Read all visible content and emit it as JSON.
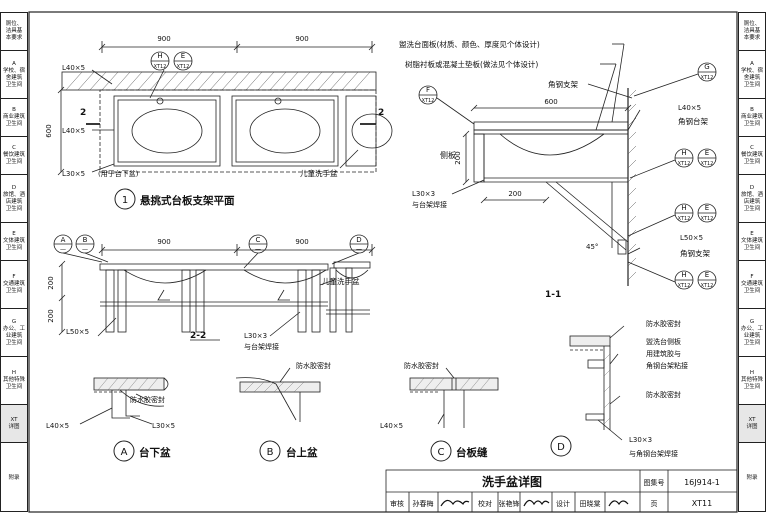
{
  "sidebar_left": [
    {
      "key": "",
      "label": "厕位、\n洁具基\n本要求"
    },
    {
      "key": "A",
      "label": "学校、宿\n舍建筑\n卫生间"
    },
    {
      "key": "B",
      "label": "商业建筑\n卫生间"
    },
    {
      "key": "C",
      "label": "餐饮建筑\n卫生间"
    },
    {
      "key": "D",
      "label": "旅馆、酒\n店建筑\n卫生间"
    },
    {
      "key": "E",
      "label": "文体建筑\n卫生间"
    },
    {
      "key": "F",
      "label": "交通建筑\n卫生间"
    },
    {
      "key": "G",
      "label": "办公、工\n业建筑\n卫生间"
    },
    {
      "key": "H",
      "label": "其他特殊\n卫生间"
    },
    {
      "key": "XT",
      "label": "详图"
    },
    {
      "key": "",
      "label": "附录"
    }
  ],
  "sidebar_right": [
    {
      "key": "",
      "label": "厕位、\n洁具基\n本要求"
    },
    {
      "key": "A",
      "label": "学校、宿\n舍建筑\n卫生间"
    },
    {
      "key": "B",
      "label": "商业建筑\n卫生间"
    },
    {
      "key": "C",
      "label": "餐饮建筑\n卫生间"
    },
    {
      "key": "D",
      "label": "旅馆、酒\n店建筑\n卫生间"
    },
    {
      "key": "E",
      "label": "文体建筑\n卫生间"
    },
    {
      "key": "F",
      "label": "交通建筑\n卫生间"
    },
    {
      "key": "G",
      "label": "办公、工\n业建筑\n卫生间"
    },
    {
      "key": "H",
      "label": "其他特殊\n卫生间"
    },
    {
      "key": "XT",
      "label": "详图"
    },
    {
      "key": "",
      "label": "附录"
    }
  ],
  "plan": {
    "dim1": "900",
    "dim2": "900",
    "refH": "H",
    "refE": "E",
    "refXT": "XT12",
    "refXT2": "XT12",
    "l40a": "L40×5",
    "l40b": "L40×5",
    "depth": "600",
    "l30": "L30×5",
    "note": "(用于台下盆)",
    "child": "儿童洗手盆",
    "sec": "2",
    "sec2": "2",
    "num": "1",
    "title": "悬挑式台板支架平面"
  },
  "section22": {
    "dimA": "900",
    "dimB": "900",
    "refA": "A",
    "refB": "B",
    "refC": "C",
    "refD": "D",
    "dash": "—",
    "child": "儿童洗手盆",
    "h1": "200",
    "h2": "200",
    "l50": "L50×5",
    "l30": "L30×3",
    "weld": "与台架焊接",
    "title": "2-2"
  },
  "section11": {
    "n1": "盥洗台面板(材质、颜色、厚度见个体设计)",
    "n2": "树脂衬板或混凝土垫板(做法见个体设计)",
    "n3": "角钢支架",
    "refF": "F",
    "refG": "G",
    "refH": "H",
    "refE": "E",
    "xt": "XT12",
    "d600": "600",
    "d200": "200",
    "d200b": "200",
    "side": "侧板",
    "l40": "L40×5",
    "angle1": "角钢台架",
    "l50": "L50×5",
    "angle2": "角钢支架",
    "l30": "L30×3",
    "weld": "与台架焊接",
    "deg": "45°",
    "title": "1-1"
  },
  "detailA": {
    "seal": "防水胶密封",
    "l40": "L40×5",
    "l30": "L30×5",
    "letter": "A",
    "name": "台下盆"
  },
  "detailB": {
    "seal": "防水胶密封",
    "letter": "B",
    "name": "台上盆"
  },
  "detailC": {
    "seal": "防水胶密封",
    "l40": "L40×5",
    "letter": "C",
    "name": "台板缝"
  },
  "detailD": {
    "seal1": "防水胶密封",
    "note1": "盥洗台侧板",
    "note2": "用建筑胶与",
    "note3": "角钢台架粘接",
    "seal2": "防水胶密封",
    "l30": "L30×3",
    "weld": "与角钢台架焊接",
    "letter": "D"
  },
  "title_block": {
    "title": "洗手盆详图",
    "atlas_label": "图集号",
    "atlas_no": "16J914-1",
    "review": "审核",
    "reviewer": "孙春梅",
    "check": "校对",
    "checker": "张艳锋",
    "design": "设计",
    "designer": "田晓棠",
    "page_label": "页",
    "page_no": "XT11"
  }
}
